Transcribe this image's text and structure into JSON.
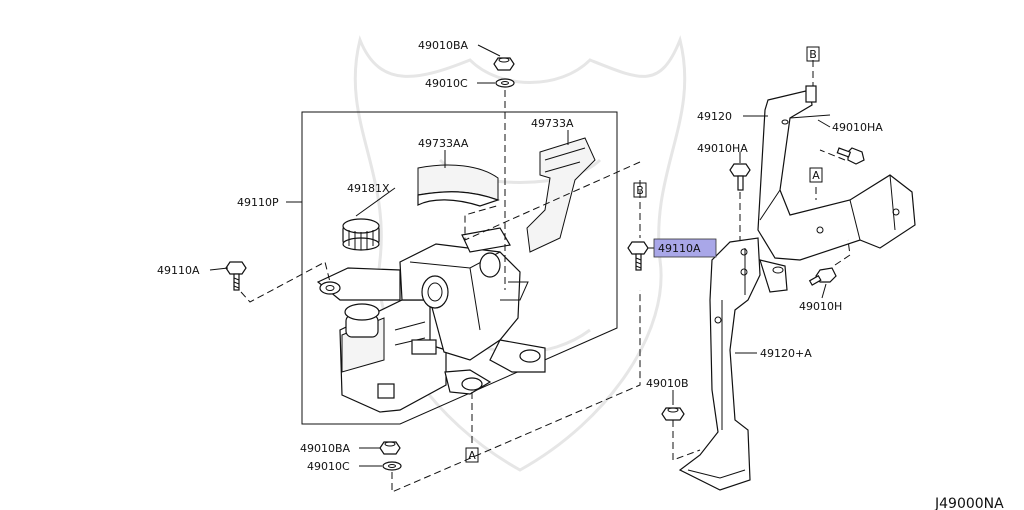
{
  "diagram_code": "J49000NA",
  "highlight_color": "#a9a7e8",
  "ref_markers": {
    "a": "A",
    "b": "B"
  },
  "parts": {
    "p49010BA_top": "49010BA",
    "p49010C_top": "49010C",
    "p49733A": "49733A",
    "p49733AA": "49733AA",
    "p49181X": "49181X",
    "p49110P": "49110P",
    "p49110A_left": "49110A",
    "p49110A_right": "49110A",
    "p49010BA_bottom": "49010BA",
    "p49010C_bottom": "49010C",
    "p49120": "49120",
    "p49010HA_top": "49010HA",
    "p49010HA_mid": "49010HA",
    "p49010H": "49010H",
    "p49120A": "49120+A",
    "p49010B": "49010B"
  }
}
